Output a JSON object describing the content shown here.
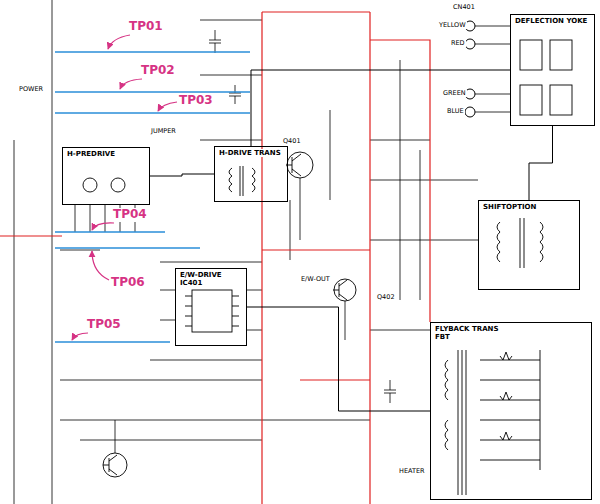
{
  "diagram": {
    "nodes": [
      {
        "text": [
          "H-PREDRIVE"
        ]
      },
      {
        "text": [
          "H-DRIVE TRANS"
        ]
      },
      {
        "text": [
          "DEFLECTION YOKE"
        ]
      },
      {
        "text": [
          "SHIFTOPTION"
        ]
      },
      {
        "text": [
          "E/W-DRIVE",
          "IC401"
        ]
      },
      {
        "text": [
          "FLYBACK TRANS",
          "FBT"
        ]
      }
    ],
    "edges": [
      {
        "from": 0,
        "to": 1,
        "arrow": "none"
      },
      {
        "from": 1,
        "to": 2,
        "arrow": "none"
      },
      {
        "from": 3,
        "to": 2,
        "arrow": "none"
      },
      {
        "from": 4,
        "to": 5,
        "arrow": "none"
      }
    ],
    "labels": [
      "TP01",
      "TP02",
      "TP03",
      "TP04",
      "TP05",
      "TP06",
      "POWER",
      "JUMPER",
      "Q401",
      "E/W-OUT",
      "Q402",
      "CN401",
      "YELLOW",
      "RED",
      "GREEN",
      "BLUE",
      "HEATER"
    ]
  }
}
